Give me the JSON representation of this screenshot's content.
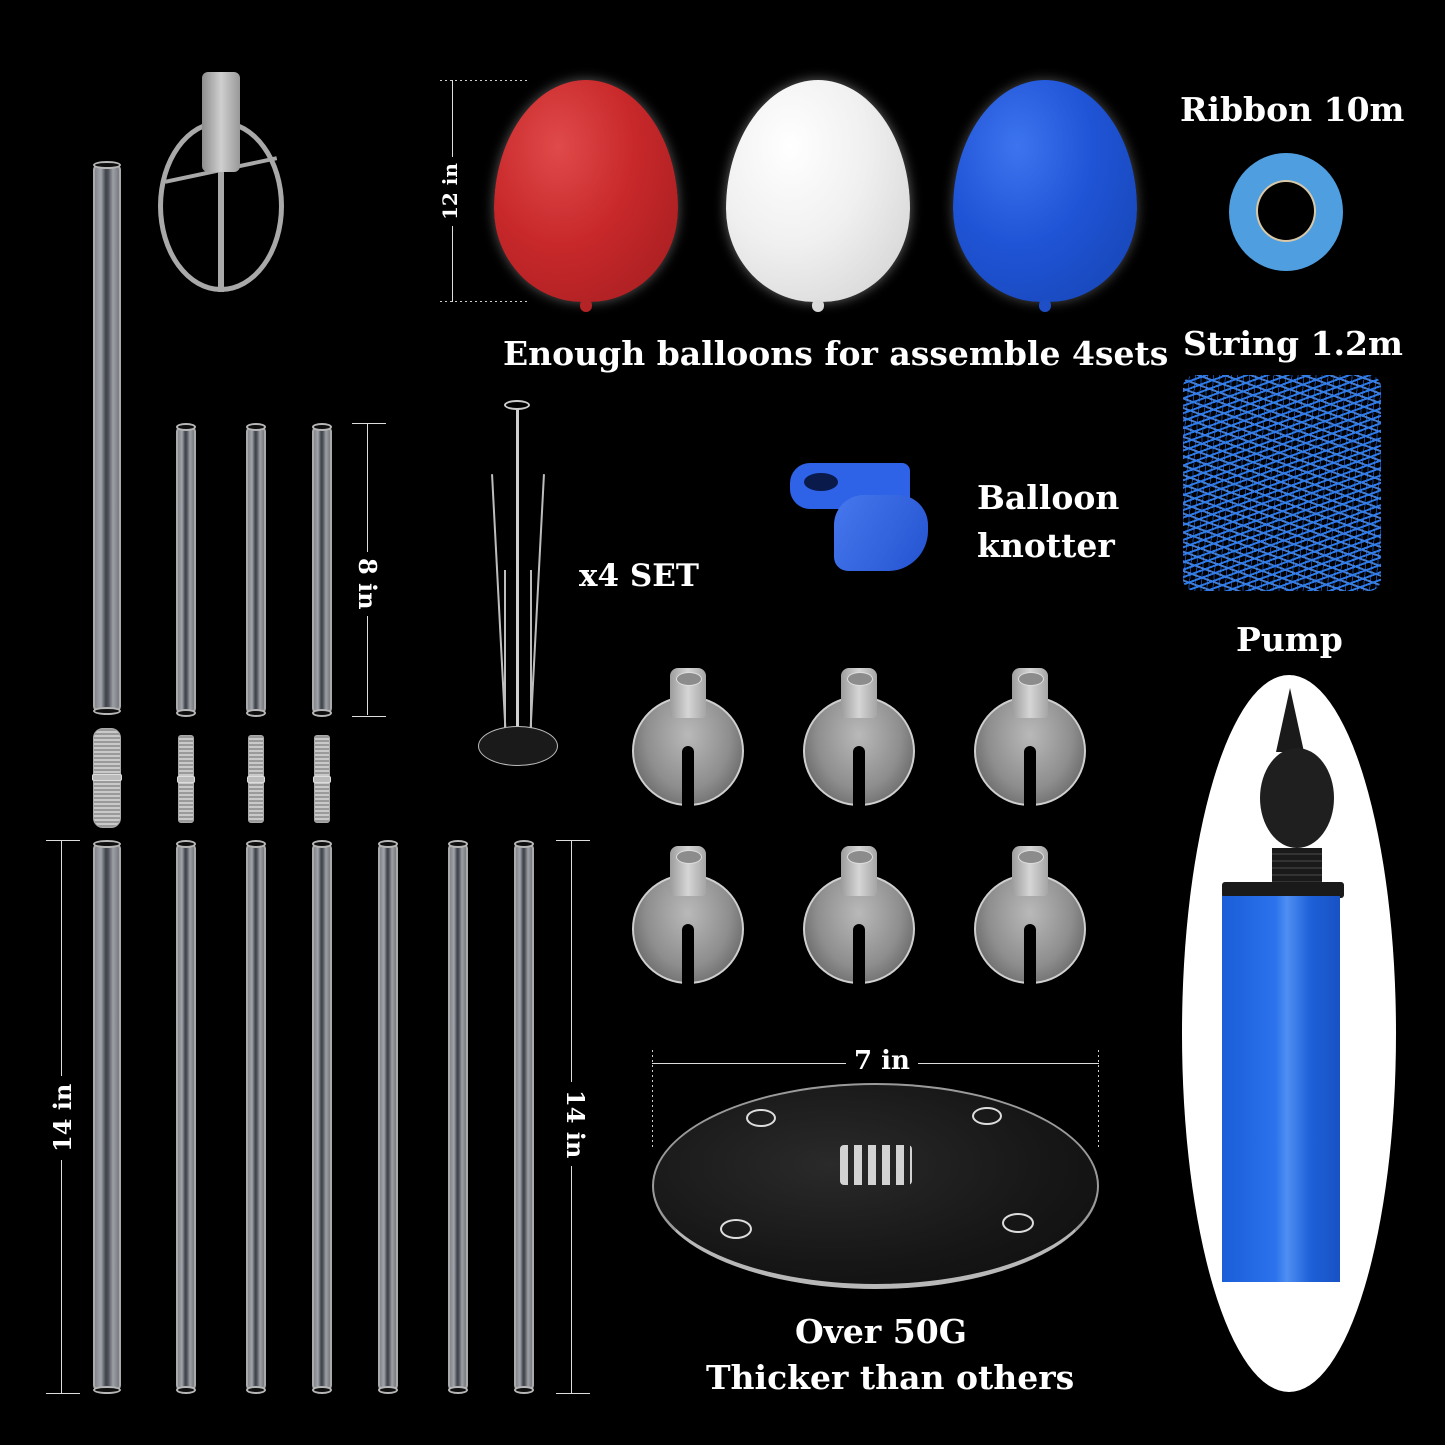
{
  "title": "Balloon stand kit contents",
  "colors": {
    "background": "#000000",
    "text": "#ffffff",
    "balloon_red": "#c8282a",
    "balloon_white": "#f2f2f2",
    "balloon_blue": "#1f54d6",
    "ribbon_blue": "#4f9ee0",
    "string_blue": "#2f7ff0",
    "knotter_blue": "#2e63e8",
    "pump_blue": "#1f66e0",
    "pump_black": "#1a1a1a",
    "tube_gray": "#b0b3b9"
  },
  "balloons": {
    "dimension_label": "12 in",
    "caption": "Enough balloons for assemble 4sets",
    "items": [
      {
        "name": "red",
        "color": "#c8282a"
      },
      {
        "name": "white",
        "color": "#f2f2f2"
      },
      {
        "name": "blue",
        "color": "#1f54d6"
      }
    ]
  },
  "ribbon": {
    "label": "Ribbon 10m"
  },
  "string": {
    "label": "String 1.2m"
  },
  "pump": {
    "label": "Pump"
  },
  "knotter": {
    "label_line1": "Balloon",
    "label_line2": "knotter"
  },
  "stand": {
    "label": "x4 SET"
  },
  "tubes": {
    "short_dimension": "8 in",
    "long_dimension_left": "14 in",
    "long_dimension_right": "14 in",
    "long_count": 7,
    "short_count": 3,
    "connector_count": 4
  },
  "cups": {
    "count": 6
  },
  "base_plate": {
    "dimension_label": "7 in",
    "caption_line1": "Over 50G",
    "caption_line2": "Thicker than others"
  }
}
